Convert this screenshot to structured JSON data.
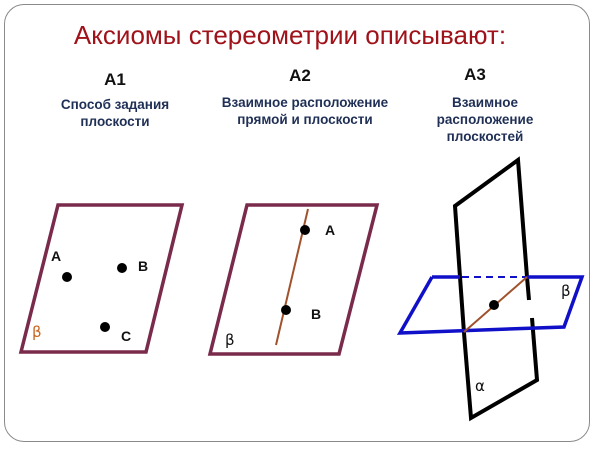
{
  "title": "Аксиомы стереометрии описывают:",
  "axioms": [
    {
      "label": "А1",
      "description_lines": [
        "Способ задания",
        "плоскости"
      ]
    },
    {
      "label": "А2",
      "description_lines": [
        "Взаимное расположение",
        "прямой и плоскости"
      ]
    },
    {
      "label": "А3",
      "description_lines": [
        "Взаимное",
        "расположение",
        "плоскостей"
      ]
    }
  ],
  "figure1": {
    "plane_label": "β",
    "points": [
      "A",
      "B",
      "C"
    ]
  },
  "figure2": {
    "plane_label": "β",
    "points": [
      "A",
      "B"
    ]
  },
  "figure3": {
    "plane_alpha_label": "α",
    "plane_beta_label": "β"
  },
  "colors": {
    "title": "#a0121a",
    "description": "#1f2f55",
    "plane_outline": "#7a2a4a",
    "line": "#a0522d",
    "beta_label_fig1": "#c8641e",
    "blue_plane": "#1010c8",
    "black_plane": "#000000"
  }
}
